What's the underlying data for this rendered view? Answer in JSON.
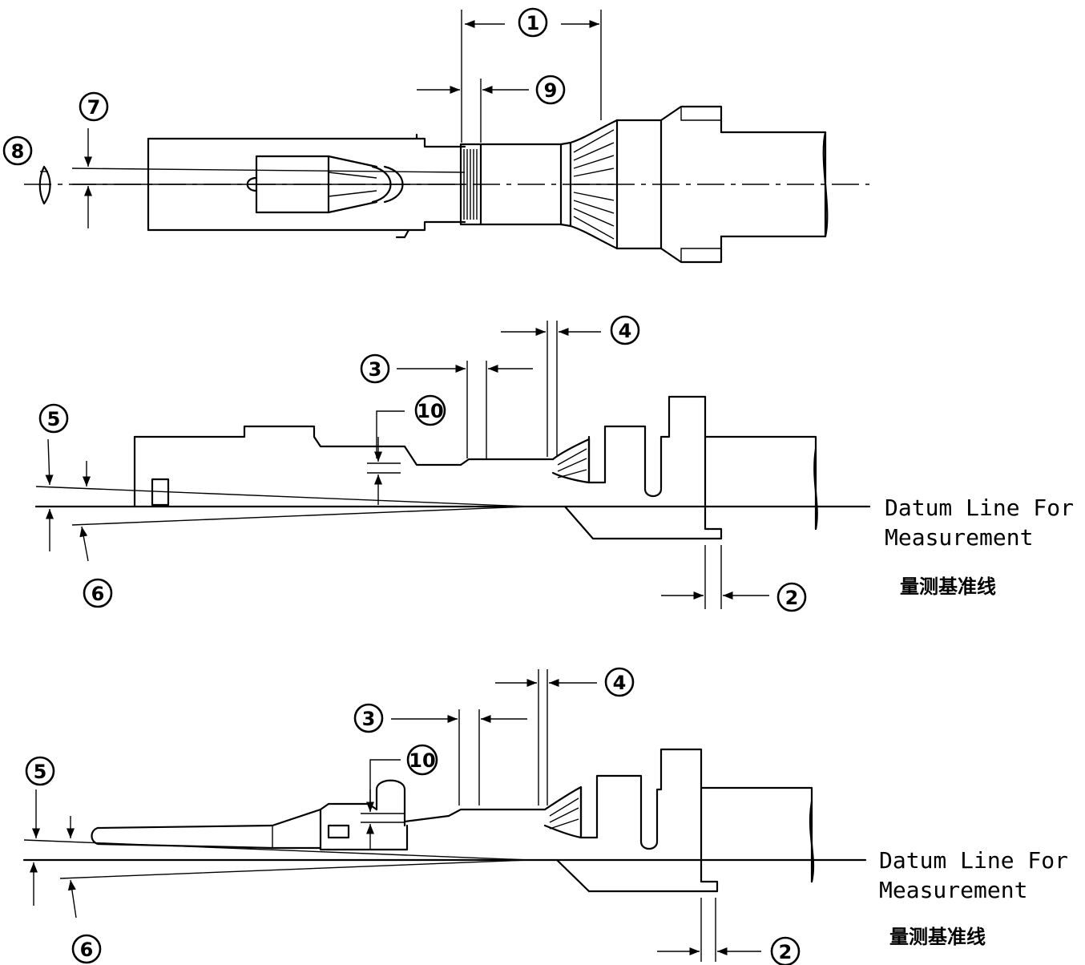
{
  "callouts": {
    "c1": "1",
    "c2": "2",
    "c3": "3",
    "c4": "4",
    "c5": "5",
    "c6": "6",
    "c7": "7",
    "c8": "8",
    "c9": "9",
    "c10": "10"
  },
  "datum": {
    "line1": "Datum Line For",
    "line2": "Measurement",
    "chinese": "量测基准线"
  }
}
